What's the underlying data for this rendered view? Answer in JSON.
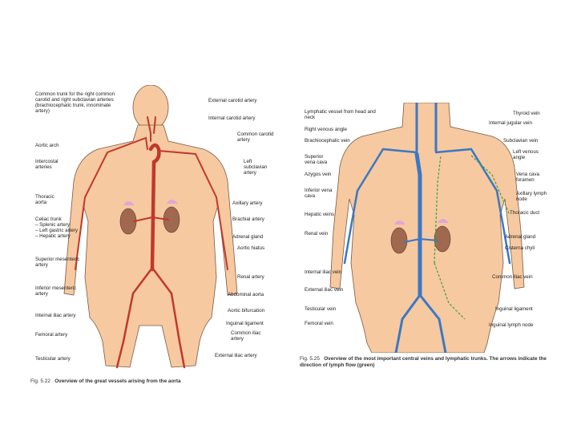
{
  "left_figure": {
    "labels_left": [
      "Common trunk for the right common carotid and right subclavian arteries (brachiocephalic trunk, innominate artery)",
      "Aortic arch",
      "Intercostal arteries",
      "Thoracic aorta",
      "Celiac trunk\n– Splenic artery\n– Left gastric artery\n– Hepatic artery",
      "Superior mesenteric artery",
      "Inferior mesenteric artery",
      "Internal iliac artery",
      "Femoral artery",
      "Testicular artery"
    ],
    "labels_right": [
      "External carotid artery",
      "Internal carotid artery",
      "Common carotid artery",
      "Left subclavian artery",
      "Axillary artery",
      "Brachial artery",
      "Adrenal gland",
      "Aortic hiatus",
      "Renal artery",
      "Abdominal aorta",
      "Aortic bifurcation",
      "Inguinal ligament",
      "Common iliac artery",
      "External iliac artery"
    ],
    "caption_num": "Fig. 5.22",
    "caption_text": "Overview of the great vessels arising from the aorta"
  },
  "right_figure": {
    "labels_left": [
      "Lymphatic vessel from head and neck",
      "Right venous angle",
      "Brachiocephalic vein",
      "Superior vena cava",
      "Azygos vein",
      "Inferior vena cava",
      "Hepatic veins",
      "Renal vein",
      "Internal iliac vein",
      "External iliac vein",
      "Testicular vein",
      "Femoral vein"
    ],
    "labels_right": [
      "Thyroid vein",
      "Internal jugular vein",
      "Subclavian vein",
      "Left venous angle",
      "Vena cava foramen",
      "Axillary lymph node",
      "Thoracic duct",
      "Adrenal gland",
      "Cisterna chyli",
      "Common iliac vein",
      "Inguinal ligament",
      "Inguinal lymph node"
    ],
    "caption_num": "Fig. 5.25",
    "caption_text": "Overview of the most important central veins and lymphatic trunks. The arrows indicate the direction of lymph flow (green)"
  },
  "colors": {
    "skin": "#f6c9a0",
    "skin_outline": "#7a5a45",
    "artery": "#c0392b",
    "vein": "#3b78c3",
    "lymph": "#3aa63a",
    "kidney": "#a0684f",
    "adrenal": "#e1a6d8"
  }
}
